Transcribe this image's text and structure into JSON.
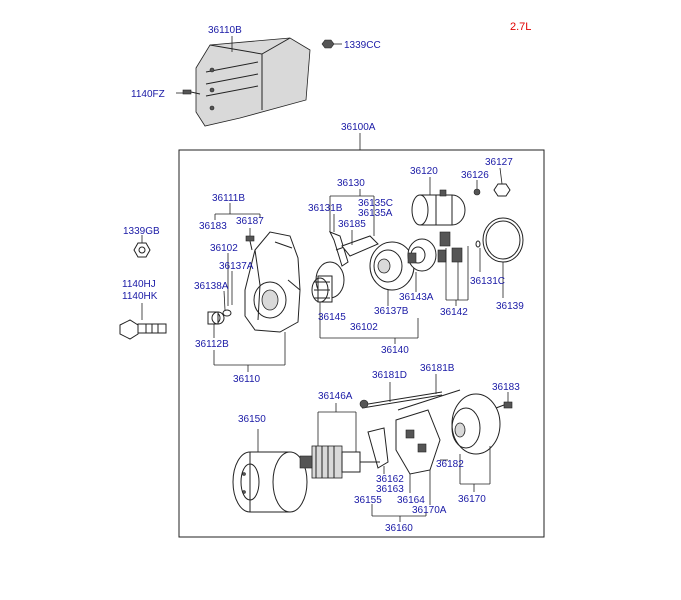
{
  "engine_note": "2.7L",
  "labels": {
    "p36110B": "36110B",
    "p1339CC": "1339CC",
    "p1140FZ": "1140FZ",
    "p36100A": "36100A",
    "p36120": "36120",
    "p36126": "36126",
    "p36127": "36127",
    "p36130": "36130",
    "p36131B": "36131B",
    "p36135C": "36135C",
    "p36135A": "36135A",
    "p36185": "36185",
    "p36111B": "36111B",
    "p36183a": "36183",
    "p36187": "36187",
    "p1339GB": "1339GB",
    "p36102a": "36102",
    "p36137A": "36137A",
    "p36138A": "36138A",
    "p1140HJ": "1140HJ",
    "p1140HK": "1140HK",
    "p36112B": "36112B",
    "p36110": "36110",
    "p36131C": "36131C",
    "p36139": "36139",
    "p36143A": "36143A",
    "p36137B": "36137B",
    "p36142": "36142",
    "p36145": "36145",
    "p36102b": "36102",
    "p36140": "36140",
    "p36181D": "36181D",
    "p36181B": "36181B",
    "p36183b": "36183",
    "p36146A": "36146A",
    "p36150": "36150",
    "p36162": "36162",
    "p36163": "36163",
    "p36182": "36182",
    "p36155": "36155",
    "p36164": "36164",
    "p36170": "36170",
    "p36170A": "36170A",
    "p36160": "36160"
  }
}
